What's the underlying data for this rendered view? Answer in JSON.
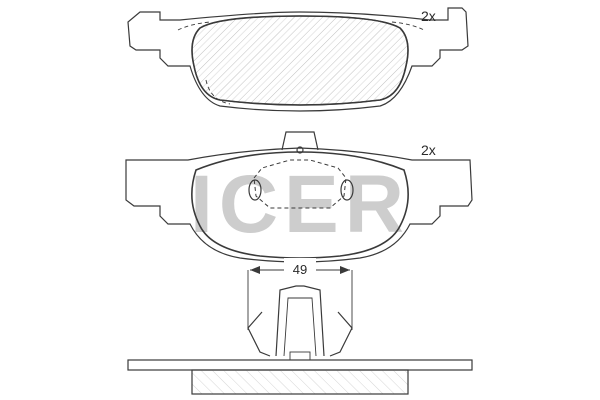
{
  "drawing": {
    "top_pad": {
      "quantity": "2x"
    },
    "bottom_pad": {
      "quantity": "2x"
    },
    "dimension": {
      "width_label": "49"
    },
    "watermark": {
      "logo_text": "ICER",
      "color": "#c8c8c8"
    },
    "line_color": "#3a3a3a",
    "friction_hatch_color": "#9a9a9a"
  }
}
